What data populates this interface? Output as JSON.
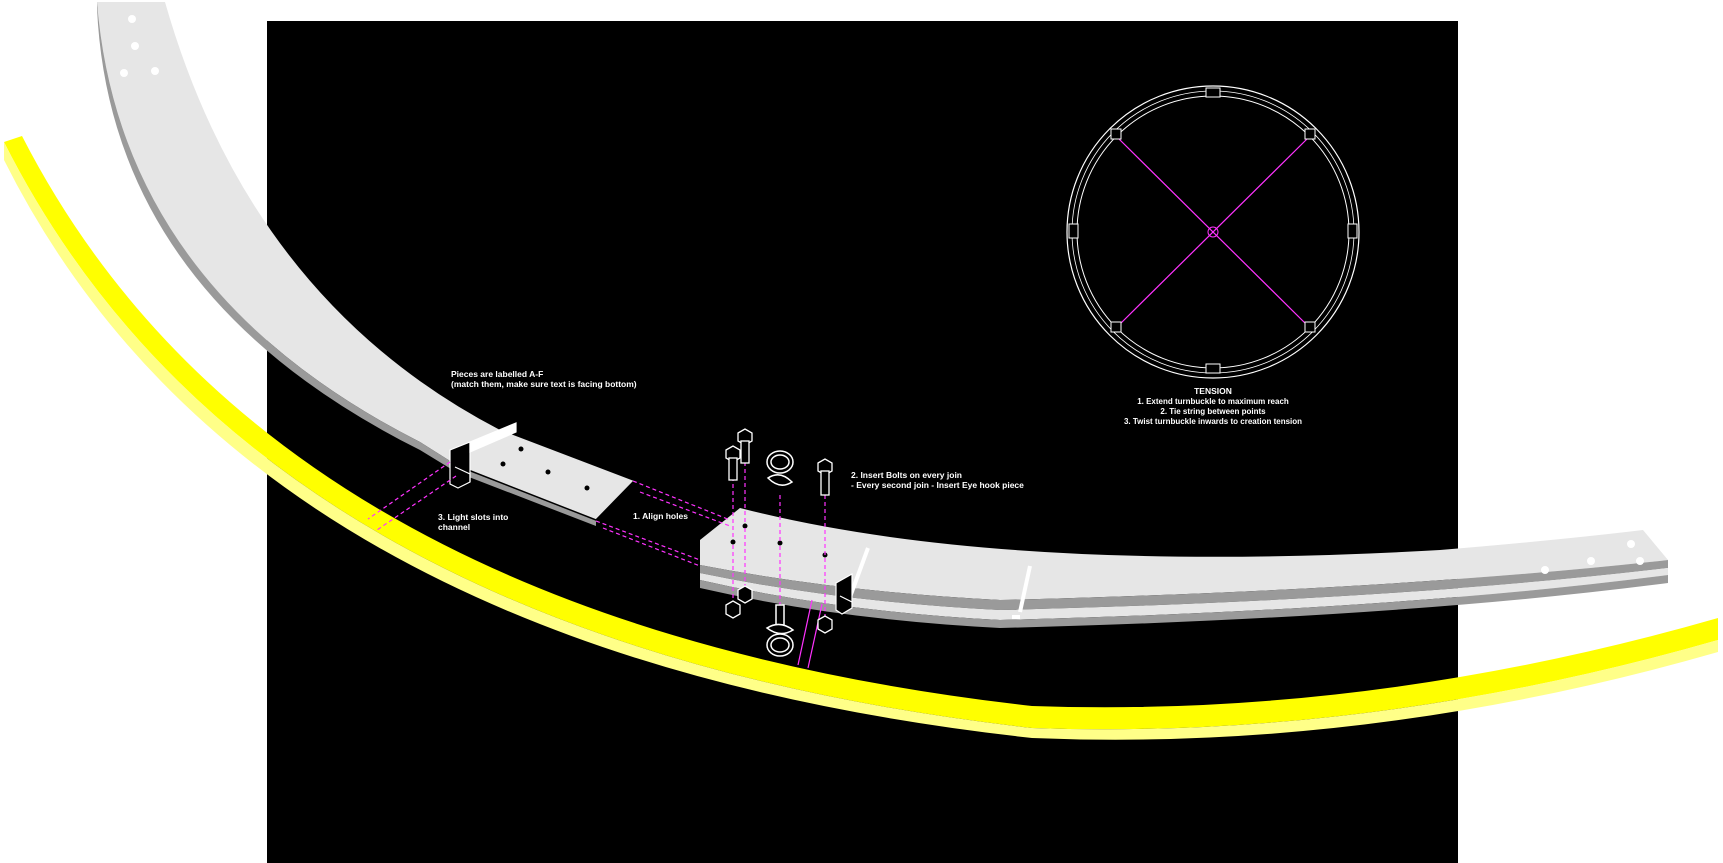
{
  "colors": {
    "background": "#000000",
    "page": "#ffffff",
    "band_top": "#e8e8e8",
    "band_edge": "#9a9a9a",
    "highlight_band": "#ffff00",
    "guide_lines": "#ff33ff",
    "outline": "#ffffff"
  },
  "annotations": {
    "pieces_line1": "Pieces are labelled A-F",
    "pieces_line2": "(match them, make sure text is facing bottom)",
    "align_holes": "1. Align holes",
    "light_slots_line1": "3. Light slots into",
    "light_slots_line2": "channel",
    "bolts_line1": "2. Insert Bolts on every join",
    "bolts_line2": "- Every second join - Insert Eye hook piece"
  },
  "tension": {
    "title": "TENSION",
    "step1": "1. Extend turnbuckle to maximum reach",
    "step2": "2. Tie string between points",
    "step3": "3. Twist turnbuckle inwards to creation tension"
  },
  "icons": {
    "bolt": "hex-bolt-icon",
    "nut": "hex-nut-icon",
    "eye_hook": "eye-hook-icon",
    "clip": "channel-clip-icon"
  }
}
